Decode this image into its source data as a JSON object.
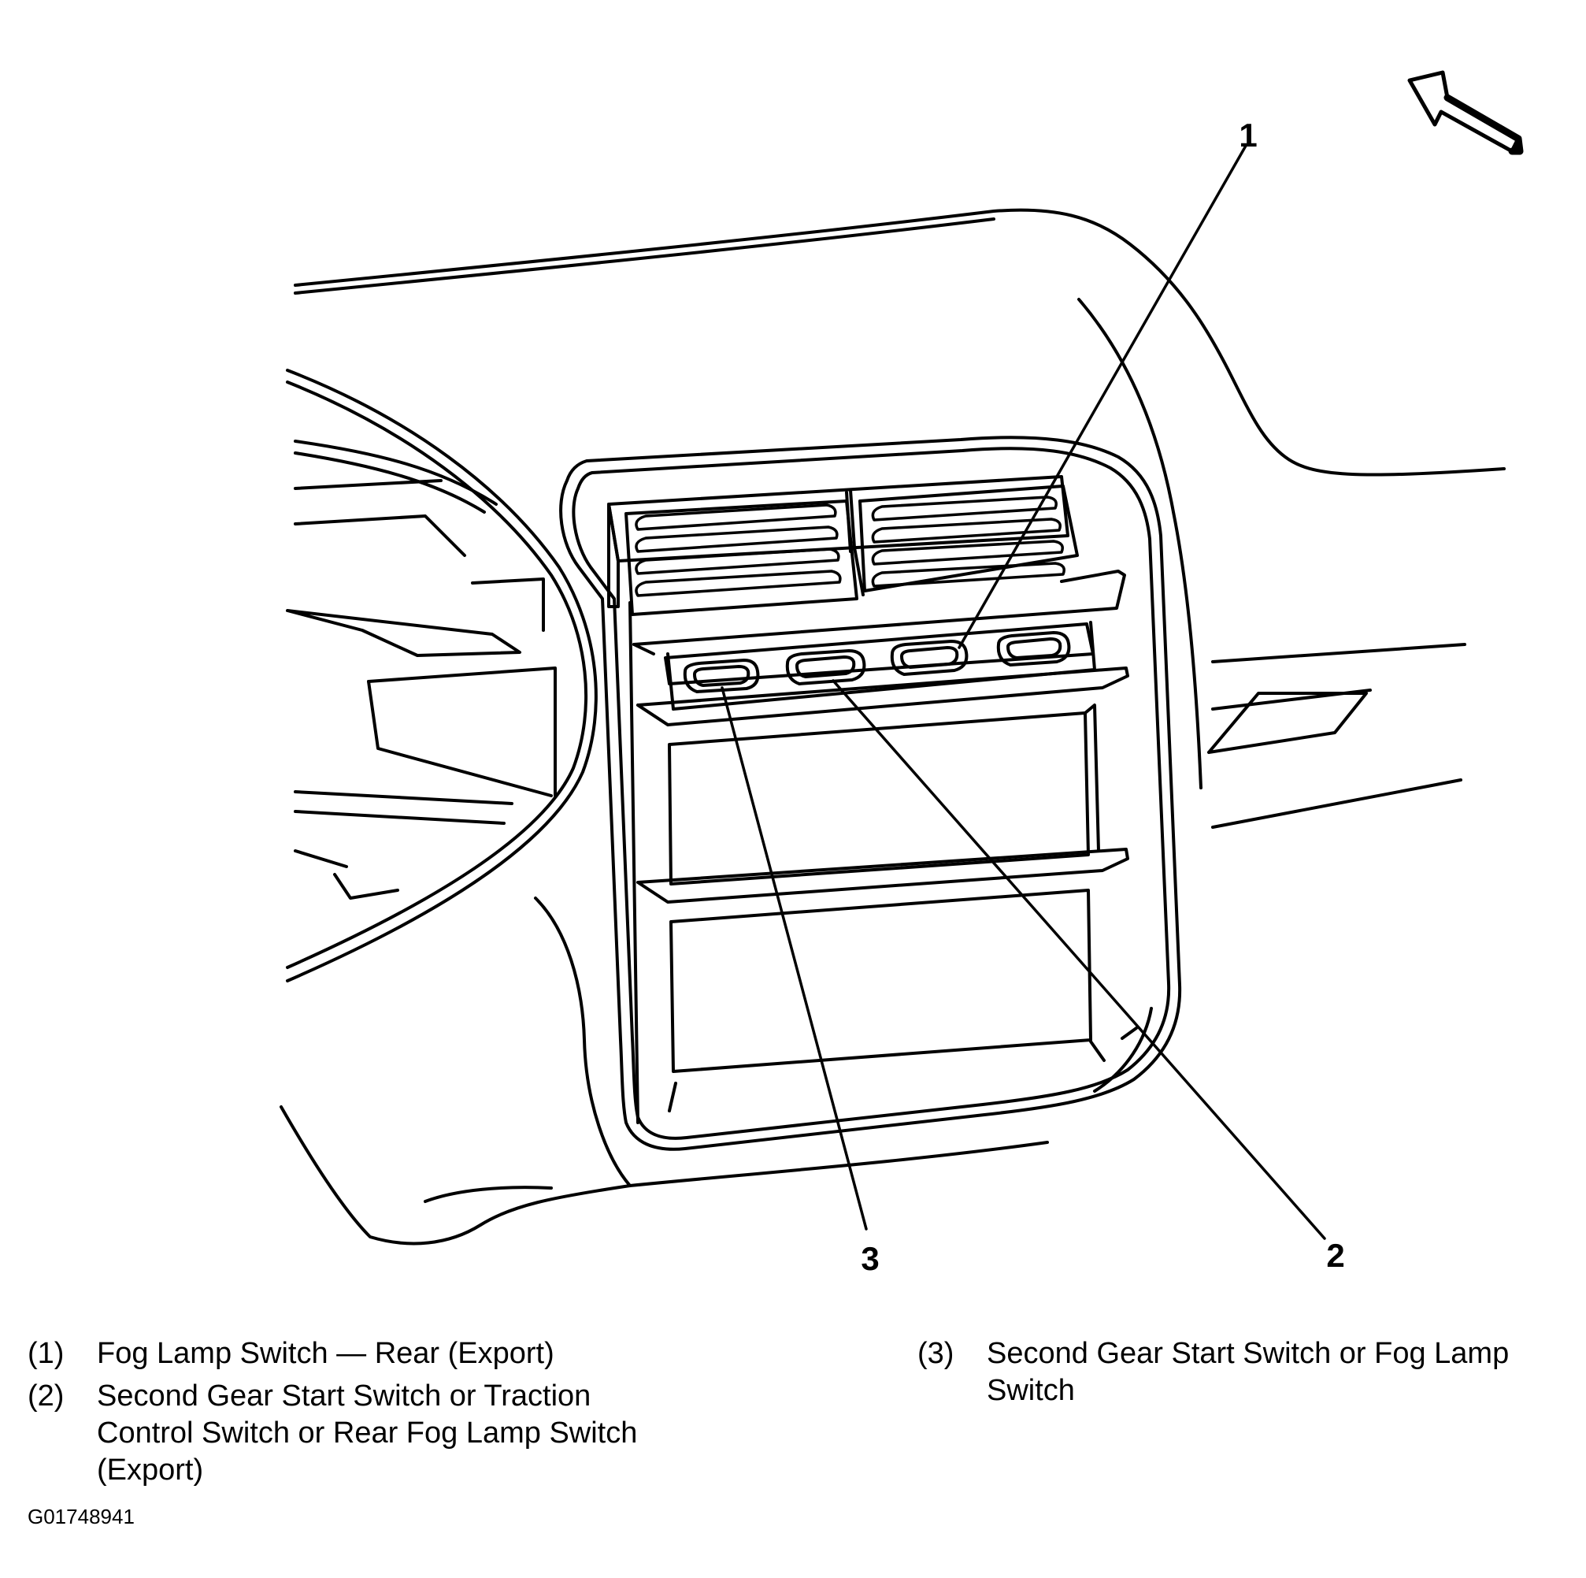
{
  "callouts": [
    "1",
    "2",
    "3"
  ],
  "legend": [
    {
      "number": "(1)",
      "text": "Fog Lamp Switch — Rear (Export)"
    },
    {
      "number": "(2)",
      "text": "Second Gear Start Switch or Traction Control Switch or Rear Fog Lamp Switch (Export)"
    },
    {
      "number": "(3)",
      "text": "Second Gear Start Switch or Fog Lamp Switch"
    }
  ],
  "figure_id": "G01748941",
  "icons": {
    "forward": "front-direction-arrow-icon"
  },
  "colors": {
    "line": "#000000",
    "background": "#ffffff"
  }
}
